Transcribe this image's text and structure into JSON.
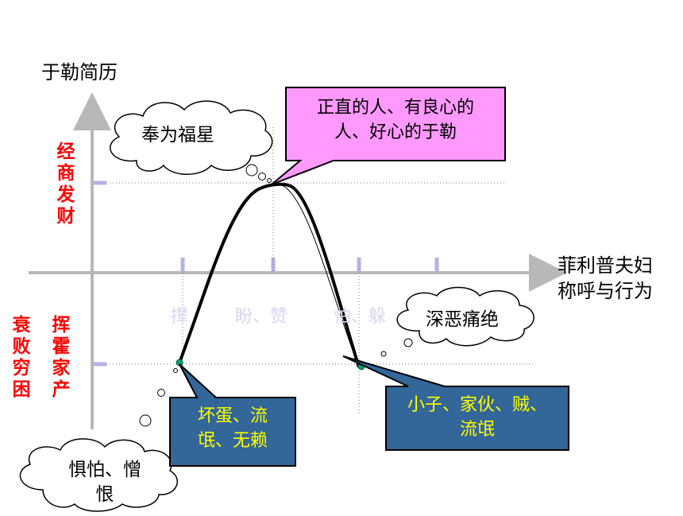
{
  "diagram": {
    "y_axis_title": "于勒简历",
    "x_axis_title_line1": "菲利普夫妇",
    "x_axis_title_line2": "称呼与行为",
    "y_upper_label": "经商发财",
    "y_lower_label_1": "挥霍家产",
    "y_lower_label_2": "衰败穷困",
    "faint_labels": [
      "撵",
      "盼、赞",
      "怕、躲"
    ],
    "cloud_top": "奉为福星",
    "cloud_right": "深恶痛绝",
    "cloud_bottom_line1": "惧怕、憎",
    "cloud_bottom_line2": "恨",
    "callout_top_line1": "正直的人、有良心的",
    "callout_top_line2": "人、好心的于勒",
    "callout_left_line1": "坏蛋、流",
    "callout_left_line2": "氓、无赖",
    "callout_right_line1": "小子、家伙、贼、",
    "callout_right_line2": "流氓",
    "colors": {
      "axis": "#b8b8b8",
      "tick": "#b3b3e6",
      "red_text": "#ff0000",
      "pink_fill": "#ff99ff",
      "blue_fill": "#336699",
      "yellow_text": "#ffff00",
      "faint_text": "#d6d6f0",
      "point": "#00a070"
    }
  }
}
